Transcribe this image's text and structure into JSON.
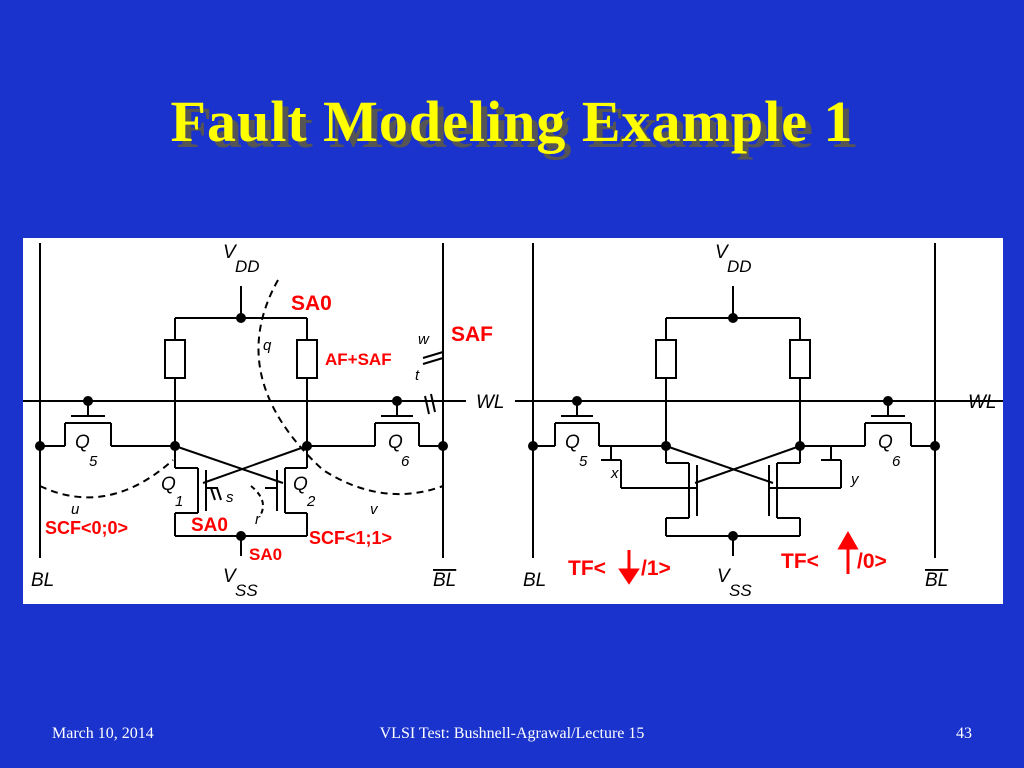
{
  "slide": {
    "title": "Fault Modeling Example 1"
  },
  "footer": {
    "date": "March 10, 2014",
    "course": "VLSI Test: Bushnell-Agrawal/Lecture 15",
    "page": "43"
  },
  "left_cell": {
    "vdd": "V",
    "vdd_sub": "DD",
    "vss": "V",
    "vss_sub": "SS",
    "wl": "WL",
    "bl": "BL",
    "bl_bar": "BL",
    "q5": "Q",
    "q5_sub": "5",
    "q6": "Q",
    "q6_sub": "6",
    "q1": "Q",
    "q1_sub": "1",
    "q2": "Q",
    "q2_sub": "2",
    "node_q": "q",
    "node_w": "w",
    "node_t": "t",
    "node_u": "u",
    "node_v": "v",
    "node_s": "s",
    "node_r": "r",
    "fault_sa0_top": "SA0",
    "fault_saf": "SAF",
    "fault_af_saf": "AF+SAF",
    "fault_scf00": "SCF<0;0>",
    "fault_sa0_mid": "SA0",
    "fault_sa0_low": "SA0",
    "fault_scf11": "SCF<1;1>"
  },
  "right_cell": {
    "vdd": "V",
    "vdd_sub": "DD",
    "vss": "V",
    "vss_sub": "SS",
    "wl": "WL",
    "bl": "BL",
    "bl_bar": "BL",
    "q5": "Q",
    "q5_sub": "5",
    "q6": "Q",
    "q6_sub": "6",
    "node_x": "x",
    "node_y": "y",
    "tf_down_prefix": "TF<",
    "tf_down_suffix": "/1>",
    "tf_up_prefix": "TF<",
    "tf_up_suffix": "/0>"
  },
  "colors": {
    "background": "#1a33cc",
    "title": "#ffff00",
    "fault_label": "#ff0000",
    "panel": "#ffffff"
  }
}
